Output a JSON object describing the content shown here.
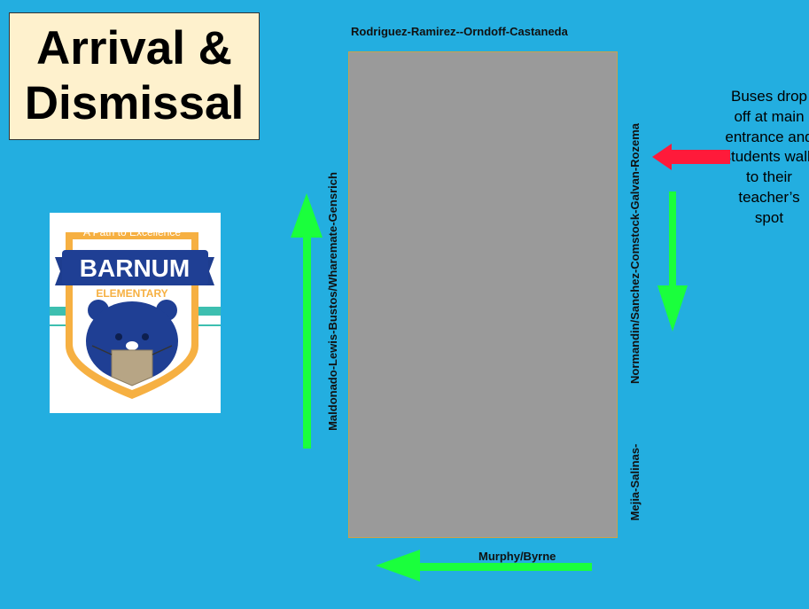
{
  "title": {
    "line1": "Arrival &",
    "line2": "Dismissal"
  },
  "streets": {
    "top": "Rodriguez-Ramirez--Orndoff-Castaneda",
    "left": "Maldonado-Lewis-Bustos/Wharemate-Gensrich",
    "right_upper": "Normandin/Sanchez-Comstock-Galvan-Rozema",
    "right_lower": "Mejia-Salinas-",
    "bottom": "Murphy/Byrne"
  },
  "note": "Buses drop off at main entrance and students walk to their teacher’s spot",
  "logo": {
    "banner_top": "A Path to Excellence",
    "name": "BARNUM",
    "subtitle": "ELEMENTARY",
    "icon": "bear-mascot-icon"
  },
  "colors": {
    "background": "#23aee0",
    "building": "#9a9a9a",
    "title_bg": "#fef1cd",
    "walk_arrow": "#1aff3c",
    "bus_arrow": "#ff1a3a"
  }
}
